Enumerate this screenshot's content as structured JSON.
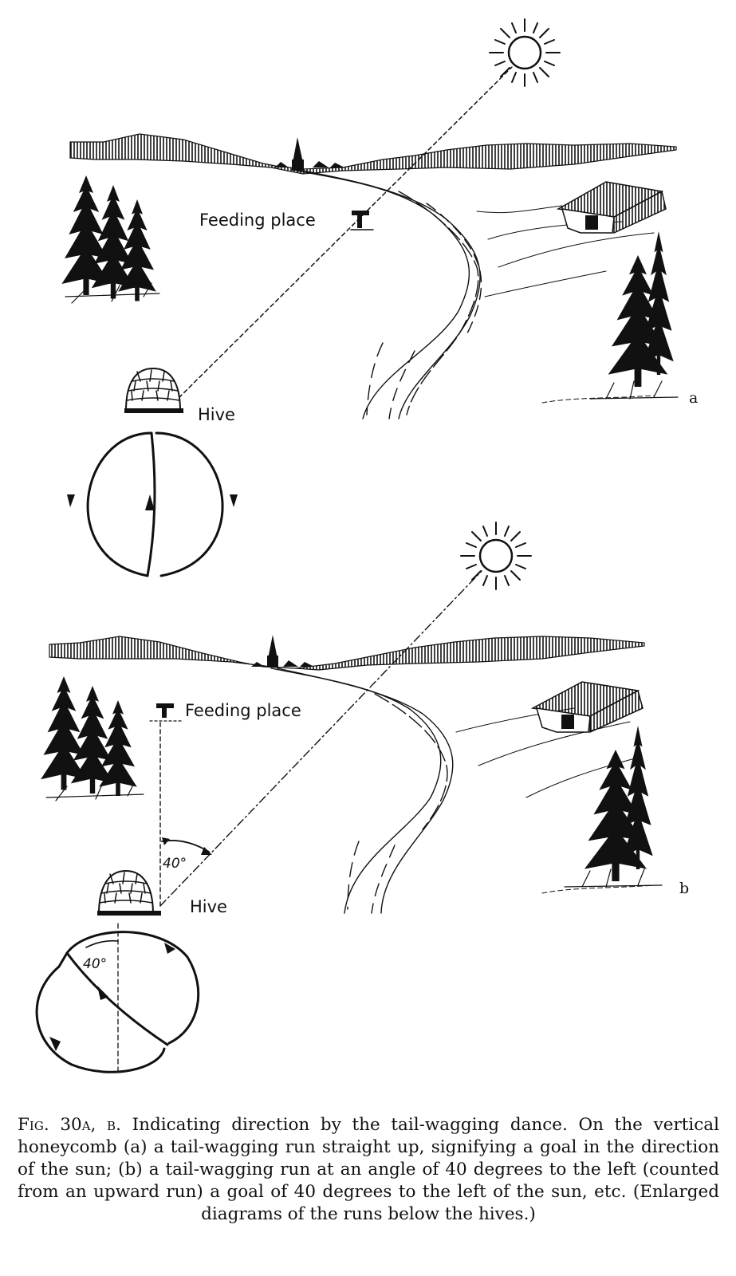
{
  "panel_a": {
    "feeding_label": "Feeding place",
    "hive_label": "Hive",
    "panel_letter": "a"
  },
  "panel_b": {
    "feeding_label": "Feeding place",
    "hive_label": "Hive",
    "angle_label": "40°",
    "dance_angle_label": "40°",
    "panel_letter": "b"
  },
  "caption": {
    "figure_number": "Fig. 30a, b.",
    "text": "Indicating direction by the tail-wagging dance. On the vertical honeycomb (a) a tail-wagging run straight up, signifying a goal in the direction of the sun; (b) a tail-wagging run at an angle of 40 degrees to the left (counted from an upward run) a goal of 40 degrees to the left of the sun, etc. (Enlarged diagrams of the runs below the hives.)"
  },
  "icons": [
    "sun-icon",
    "beehive-icon",
    "feeding-table-icon",
    "church-icon",
    "barn-icon",
    "fir-tree-icon"
  ]
}
